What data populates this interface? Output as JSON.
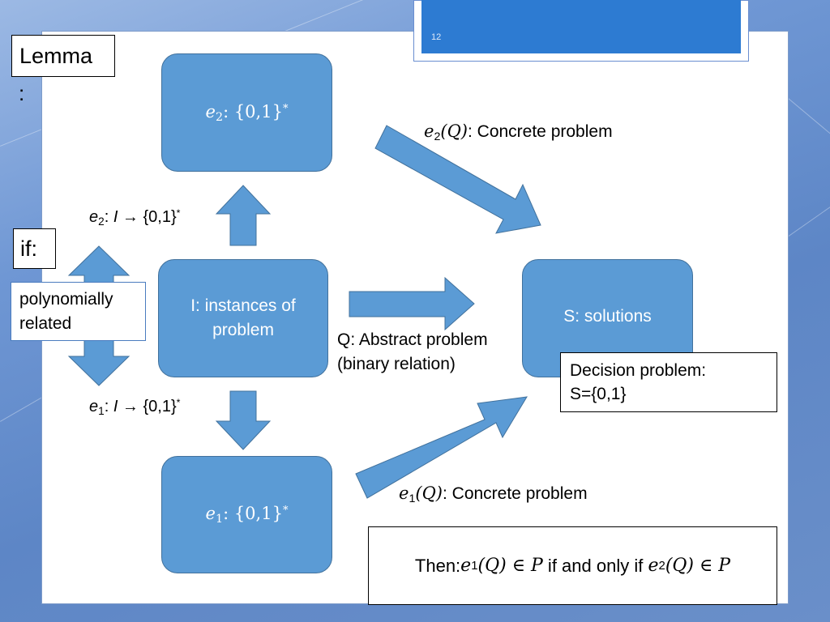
{
  "page_number": "12",
  "heading": {
    "lemma": "Lemma",
    "lemma_colon": ":",
    "if": "if:"
  },
  "side_note": {
    "line1": "polynomially",
    "line2": "related"
  },
  "nodes": {
    "e2_box": {
      "var": "e",
      "sub": "2",
      "rest": ": {0,1}",
      "sup": "*"
    },
    "instances_box": {
      "line1": "I: instances of",
      "line2": "problem"
    },
    "e1_box": {
      "var": "e",
      "sub": "1",
      "rest": ": {0,1}",
      "sup": "*"
    },
    "solutions_box": {
      "text": "S: solutions"
    }
  },
  "edge_labels": {
    "e2_map": {
      "var": "e",
      "sub": "2",
      "mid": ": ",
      "arg": "I",
      "rest": " → {0,1}",
      "sup": "*"
    },
    "e1_map": {
      "var": "e",
      "sub": "1",
      "mid": ": ",
      "arg": "I",
      "rest": " → {0,1}",
      "sup": "*"
    },
    "e2_concrete": {
      "var": "e",
      "sub": "2",
      "arg": "(Q)",
      "text": ": Concrete problem"
    },
    "e1_concrete": {
      "var": "e",
      "sub": "1",
      "arg": "(Q)",
      "text": ": Concrete problem"
    },
    "abstract": {
      "line1": "Q: Abstract problem",
      "line2": "(binary relation)"
    }
  },
  "decision": {
    "line1": "Decision problem:",
    "line2": "S={0,1}"
  },
  "conclusion": {
    "then": "Then: ",
    "e1": "e",
    "e1_sub": "1",
    "e1_arg": "(Q) ∈ P",
    "iff": " if and only if ",
    "e2": "e",
    "e2_sub": "2",
    "e2_arg": "(Q) ∈ P"
  },
  "colors": {
    "box_fill": "#5b9bd5",
    "box_border": "#41719c",
    "banner": "#2d7bd2"
  }
}
